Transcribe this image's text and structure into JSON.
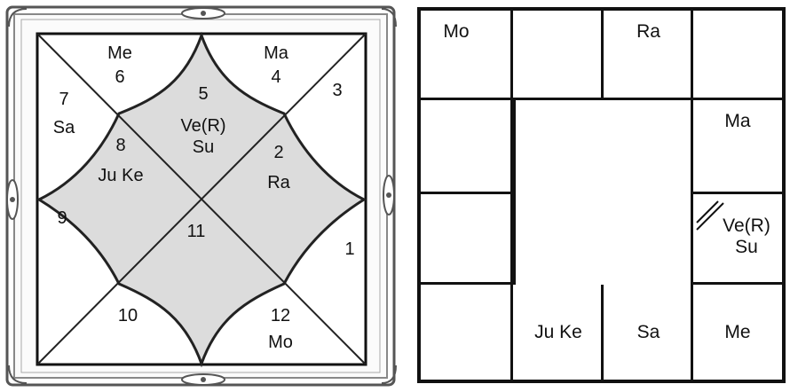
{
  "north_chart": {
    "houses": [
      {
        "id": "h1",
        "sign": "1",
        "planets": []
      },
      {
        "id": "h2",
        "sign": "2",
        "planets": [
          "Ra"
        ]
      },
      {
        "id": "h3",
        "sign": "3",
        "planets": []
      },
      {
        "id": "h4",
        "sign": "4",
        "planets": [
          "Ma"
        ]
      },
      {
        "id": "h5",
        "sign": "5",
        "planets": [
          "Ve(R)",
          "Su"
        ]
      },
      {
        "id": "h6",
        "sign": "6",
        "planets": [
          "Me"
        ]
      },
      {
        "id": "h7",
        "sign": "7",
        "planets": [
          "Sa"
        ]
      },
      {
        "id": "h8",
        "sign": "8",
        "planets": [
          "Ju Ke"
        ]
      },
      {
        "id": "h9",
        "sign": "9",
        "planets": []
      },
      {
        "id": "h10",
        "sign": "10",
        "planets": []
      },
      {
        "id": "h11",
        "sign": "11",
        "planets": []
      },
      {
        "id": "h12",
        "sign": "12",
        "planets": [
          "Mo"
        ]
      }
    ]
  },
  "south_chart": {
    "cells": {
      "r0c0": [
        "Mo"
      ],
      "r0c1": [],
      "r0c2": [
        "Ra"
      ],
      "r0c3": [],
      "r1c3": [
        "Ma"
      ],
      "r2c3": [
        "Ve(R)",
        "Su"
      ],
      "r3c3": [
        "Me"
      ],
      "r3c2": [
        "Sa"
      ],
      "r3c1": [
        "Ju Ke"
      ],
      "r3c0": [],
      "r2c0": [],
      "r1c0": []
    }
  },
  "colors": {
    "line": "#111111",
    "shade": "#dcdcdc",
    "frame": "#555555"
  }
}
